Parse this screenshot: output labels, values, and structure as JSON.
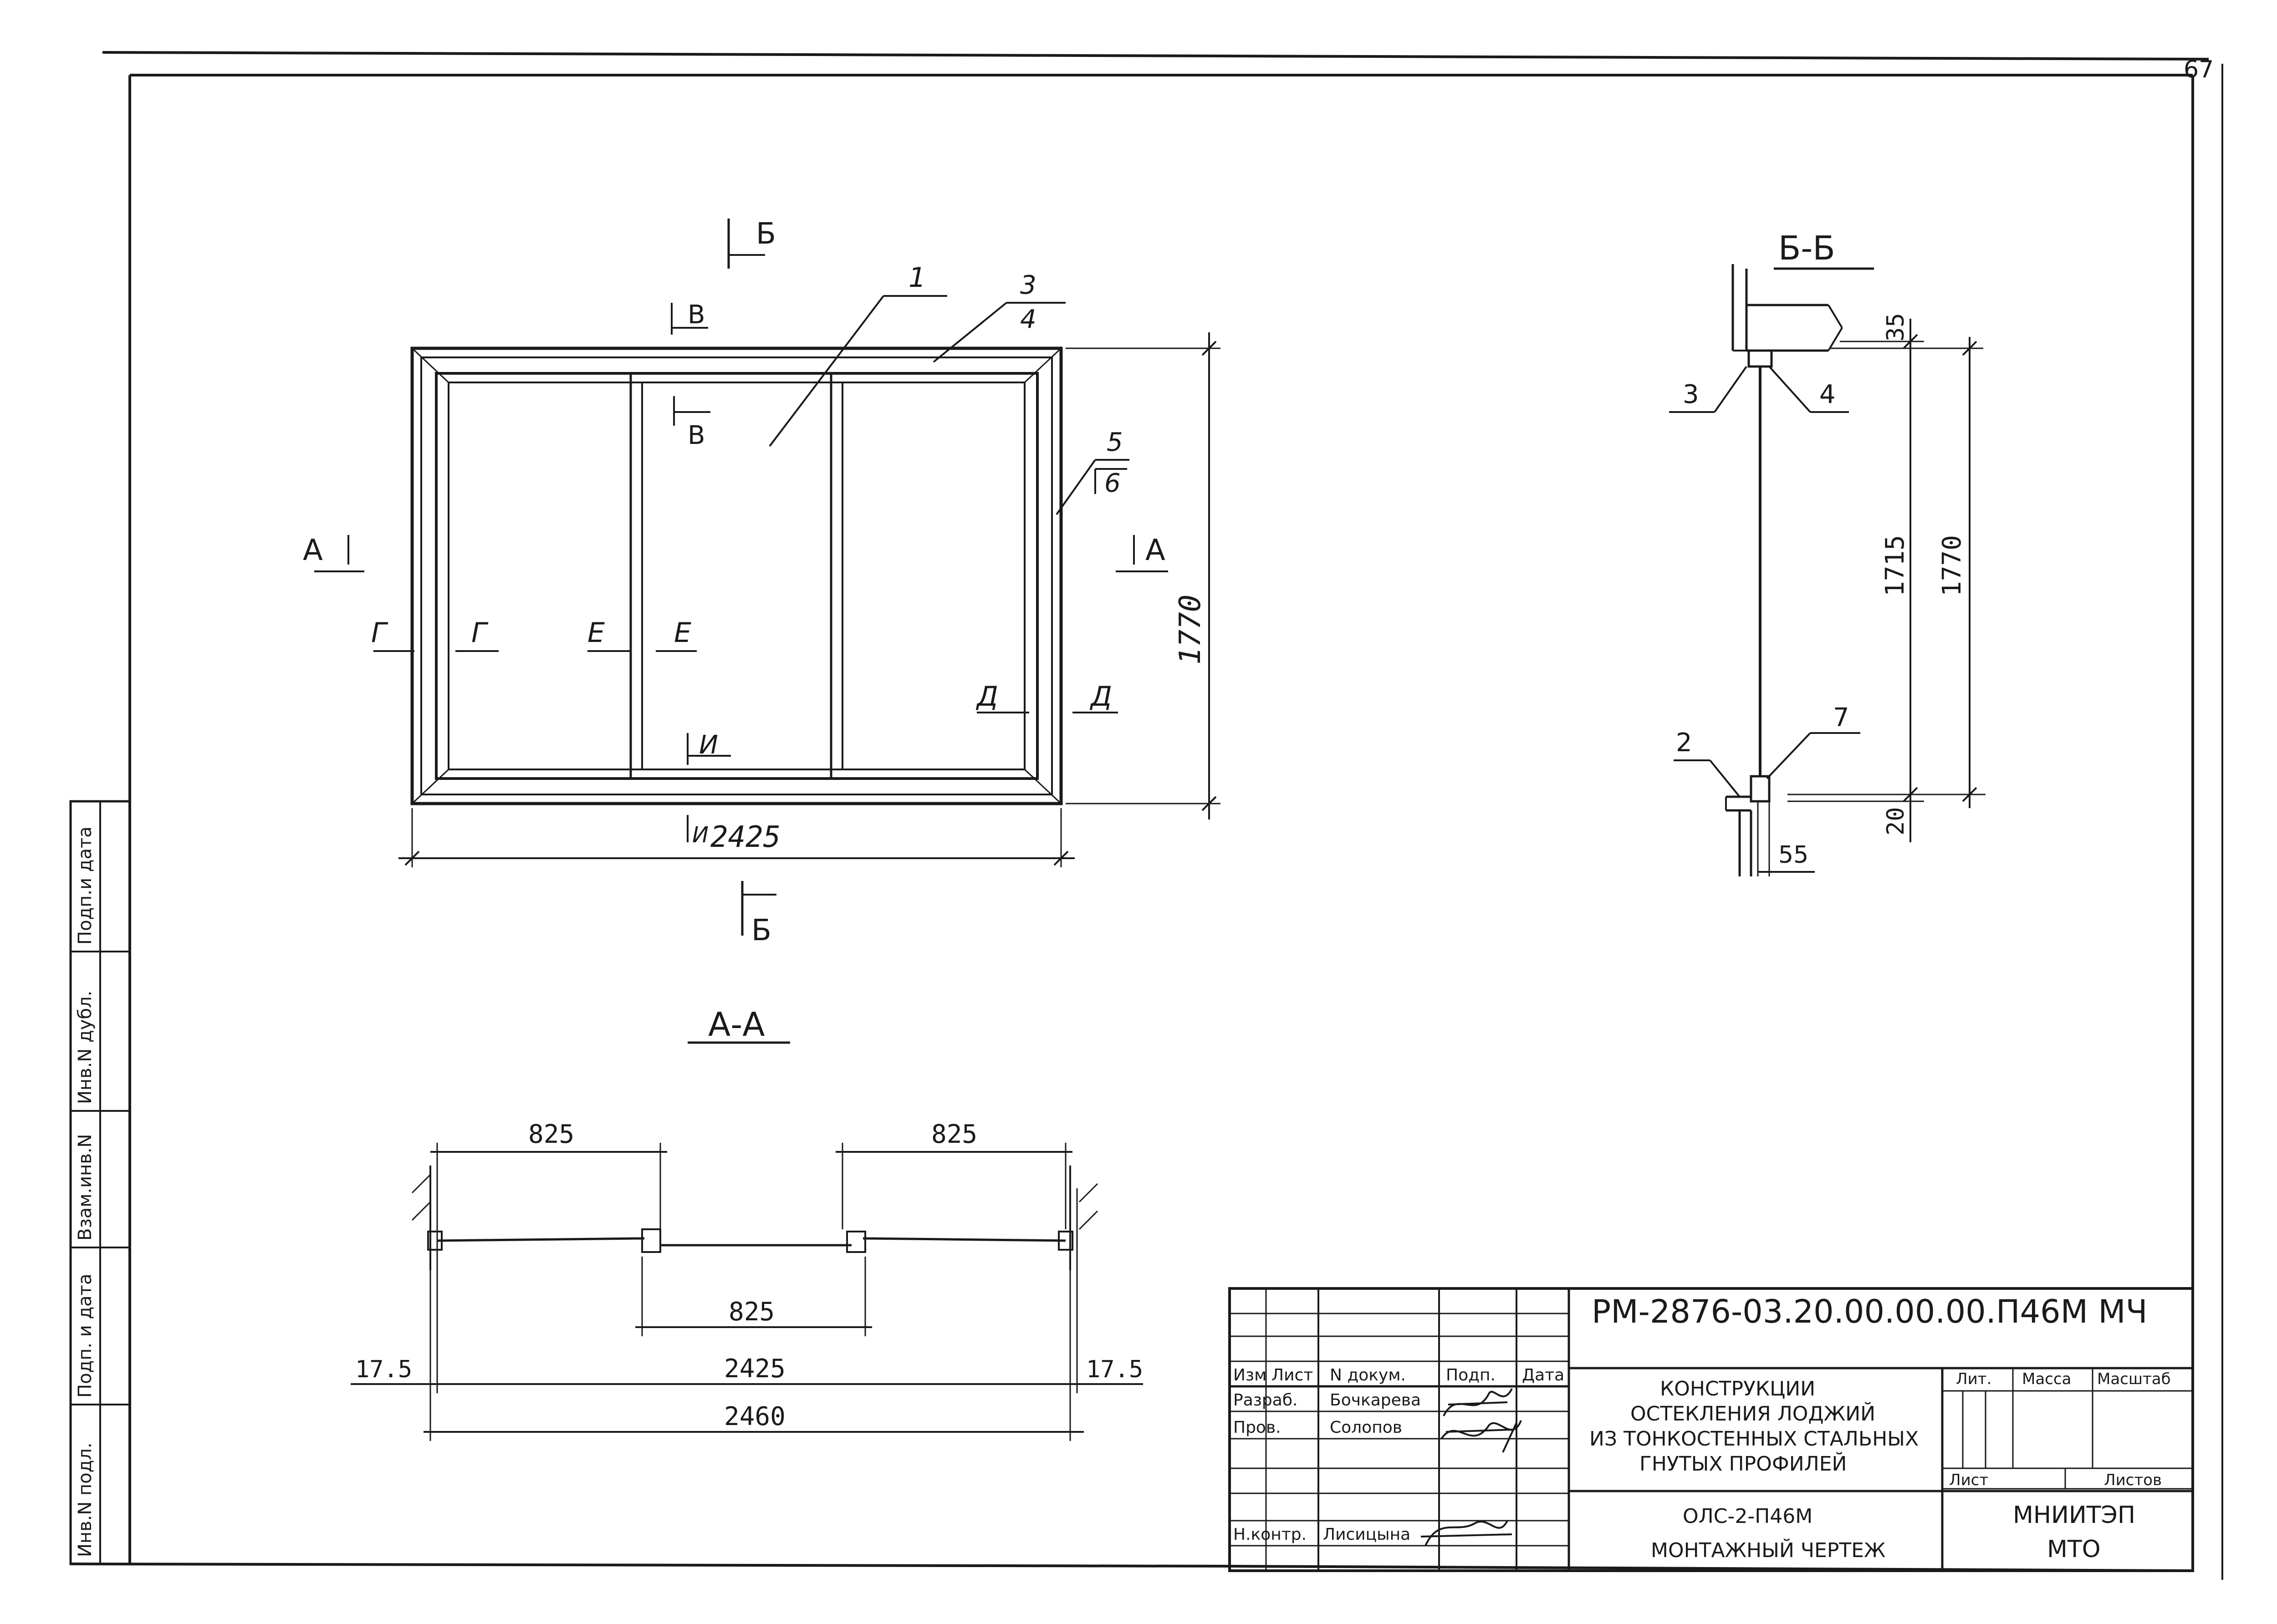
{
  "sheet": {
    "page_number": "67"
  },
  "side_stamp": [
    "Инв.N подл.",
    "Подп. и дата",
    "Взам.инв.N",
    "Инв.N дубл.",
    "Подп.и дата"
  ],
  "front_view": {
    "dim_width": "2425",
    "dim_height": "1770",
    "leaders": [
      "1",
      "3",
      "4",
      "5",
      "6"
    ],
    "section_marks": {
      "B_top": "Б",
      "B_bottom": "Б",
      "V_top": "В",
      "V_inner": "В",
      "A_left": "А",
      "A_right": "А",
      "G_left": "Г",
      "G_right": "Г",
      "E_left": "Е",
      "E_right": "Е",
      "D_left": "Д",
      "D_right": "Д",
      "I_top": "И",
      "I_bottom": "И"
    }
  },
  "section_bb": {
    "title": "Б-Б",
    "dims": {
      "d35": "35",
      "d1715": "1715",
      "d1770": "1770",
      "d20": "20",
      "d55": "55"
    },
    "leaders": [
      "3",
      "4",
      "2",
      "7"
    ]
  },
  "section_aa": {
    "title": "А-А",
    "dims": {
      "left_825": "825",
      "right_825": "825",
      "mid_825": "825",
      "left_17_5": "17.5",
      "right_17_5": "17.5",
      "d2425": "2425",
      "d2460": "2460"
    }
  },
  "title_block": {
    "doc_code": "РМ-2876-03.20.00.00.00.П46М МЧ",
    "headers": {
      "izm": "Изм",
      "list": "Лист",
      "ndoc": "N докум.",
      "podp": "Подп.",
      "data": "Дата"
    },
    "rows": [
      {
        "role": "Разраб.",
        "name": "Бочкарева"
      },
      {
        "role": "Пров.",
        "name": "Солопов"
      },
      {
        "role": "Н.контр.",
        "name": "Лисицына"
      }
    ],
    "title_lines": [
      "КОНСТРУКЦИИ",
      "ОСТЕКЛЕНИЯ ЛОДЖИЙ",
      "ИЗ ТОНКОСТЕННЫХ СТАЛЬНЫХ",
      "ГНУТЫХ ПРОФИЛЕЙ"
    ],
    "lit_label": "Лит.",
    "massa_label": "Масса",
    "masshtab_label": "Масштаб",
    "list_label": "Лист",
    "listov_label": "Листов",
    "mark_line1": "ОЛС-2-П46М",
    "mark_line2": "МОНТАЖНЫЙ ЧЕРТЕЖ",
    "org_line1": "МНИИТЭП",
    "org_line2": "МТО"
  }
}
